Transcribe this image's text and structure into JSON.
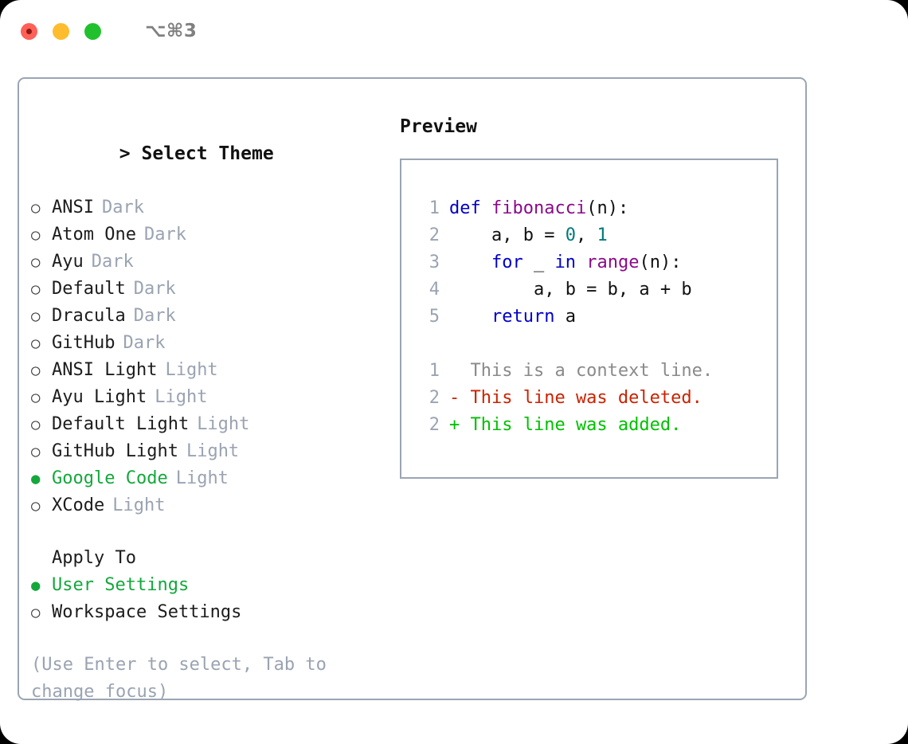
{
  "titlebar": {
    "lights": [
      "close",
      "minimize",
      "zoom"
    ],
    "shortcut": "⌥⌘3"
  },
  "theme_list": {
    "header_caret": ">",
    "header_label": "Select Theme",
    "bullet_selected": "●",
    "bullet_unselected": "○",
    "items": [
      {
        "name": "ANSI",
        "tag": "Dark",
        "selected": false
      },
      {
        "name": "Atom One",
        "tag": "Dark",
        "selected": false
      },
      {
        "name": "Ayu",
        "tag": "Dark",
        "selected": false
      },
      {
        "name": "Default",
        "tag": "Dark",
        "selected": false
      },
      {
        "name": "Dracula",
        "tag": "Dark",
        "selected": false
      },
      {
        "name": "GitHub",
        "tag": "Dark",
        "selected": false
      },
      {
        "name": "ANSI Light",
        "tag": "Light",
        "selected": false
      },
      {
        "name": "Ayu Light",
        "tag": "Light",
        "selected": false
      },
      {
        "name": "Default Light",
        "tag": "Light",
        "selected": false
      },
      {
        "name": "GitHub Light",
        "tag": "Light",
        "selected": false
      },
      {
        "name": "Google Code",
        "tag": "Light",
        "selected": true
      },
      {
        "name": "XCode",
        "tag": "Light",
        "selected": false
      }
    ]
  },
  "apply_to": {
    "title": "Apply To",
    "items": [
      {
        "name": "User Settings",
        "selected": true
      },
      {
        "name": "Workspace Settings",
        "selected": false
      }
    ]
  },
  "hint": "(Use Enter to select, Tab to change focus)",
  "preview": {
    "title": "Preview",
    "code_lines": [
      {
        "no": "1",
        "tokens": [
          {
            "t": "def ",
            "c": "kw"
          },
          {
            "t": "fibonacci",
            "c": "fn"
          },
          {
            "t": "(n):",
            "c": "txt"
          }
        ]
      },
      {
        "no": "2",
        "tokens": [
          {
            "t": "    a, b = ",
            "c": "txt"
          },
          {
            "t": "0",
            "c": "num"
          },
          {
            "t": ", ",
            "c": "txt"
          },
          {
            "t": "1",
            "c": "num"
          }
        ]
      },
      {
        "no": "3",
        "tokens": [
          {
            "t": "    ",
            "c": "txt"
          },
          {
            "t": "for",
            "c": "kw"
          },
          {
            "t": " _ ",
            "c": "txt"
          },
          {
            "t": "in",
            "c": "kw"
          },
          {
            "t": " ",
            "c": "txt"
          },
          {
            "t": "range",
            "c": "fn"
          },
          {
            "t": "(n):",
            "c": "txt"
          }
        ]
      },
      {
        "no": "4",
        "tokens": [
          {
            "t": "        a, b = b, a + b",
            "c": "txt"
          }
        ]
      },
      {
        "no": "5",
        "tokens": [
          {
            "t": "    ",
            "c": "txt"
          },
          {
            "t": "return",
            "c": "kw"
          },
          {
            "t": " a",
            "c": "txt"
          }
        ]
      }
    ],
    "diff_lines": [
      {
        "no": "1",
        "tokens": [
          {
            "t": "  This is a context line.",
            "c": "ctx"
          }
        ]
      },
      {
        "no": "2",
        "tokens": [
          {
            "t": "- This line was deleted.",
            "c": "del"
          }
        ]
      },
      {
        "no": "2",
        "tokens": [
          {
            "t": "+ This line was added.",
            "c": "add"
          }
        ]
      }
    ]
  },
  "colors": {
    "accent_green": "#14a83c",
    "border": "#9aa5b4",
    "muted": "#9aa3b2",
    "keyword": "#0000c8",
    "function": "#8b0a8b",
    "number": "#00797b",
    "diff_deleted": "#cc2200",
    "diff_added": "#00c000",
    "light_red": "#ff6057",
    "light_yellow": "#febc2e",
    "light_green": "#21c12e"
  }
}
